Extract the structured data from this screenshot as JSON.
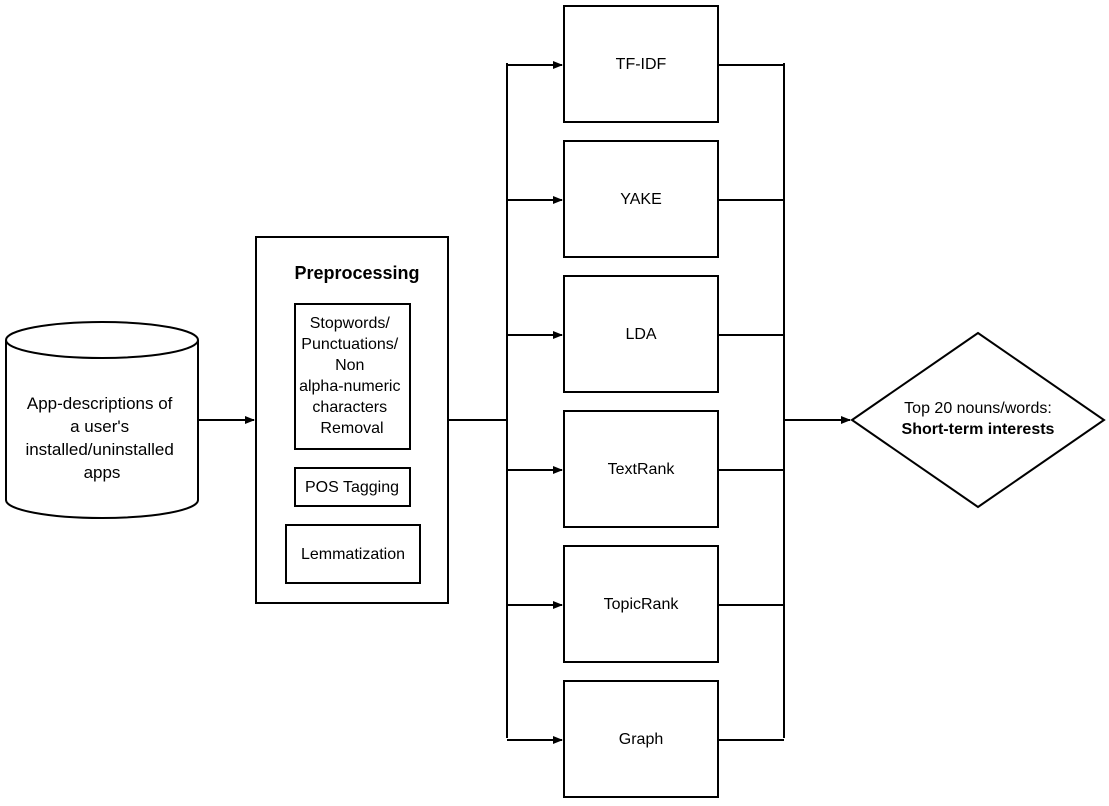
{
  "source": {
    "lines": [
      "App-descriptions of",
      "a user's",
      "installed/uninstalled",
      "apps"
    ]
  },
  "preprocessing": {
    "title": "Preprocessing",
    "steps": {
      "removal": [
        "Stopwords/",
        "Punctuations/",
        "Non",
        "alpha-numeric",
        "characters",
        "Removal"
      ],
      "pos": "POS Tagging",
      "lemma": "Lemmatization"
    }
  },
  "methods": [
    "TF-IDF",
    "YAKE",
    "LDA",
    "TextRank",
    "TopicRank",
    "Graph"
  ],
  "output": {
    "line1": "Top 20 nouns/words:",
    "line2": "Short-term interests"
  }
}
